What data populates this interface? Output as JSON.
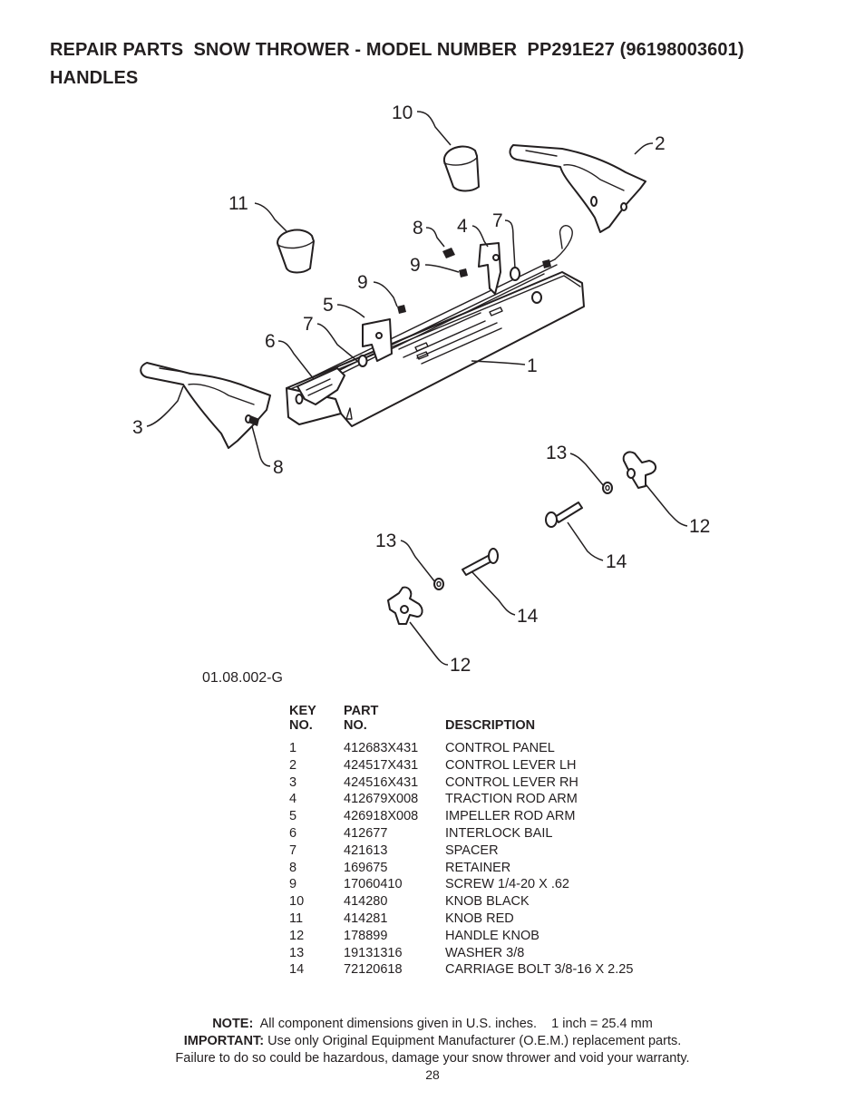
{
  "header": {
    "title_line1": "REPAIR PARTS  SNOW THROWER - MODEL NUMBER  PP291E27 (96198003601)",
    "title_line2": "HANDLES"
  },
  "diagram": {
    "callouts": [
      "1",
      "2",
      "3",
      "4",
      "5",
      "6",
      "7",
      "7",
      "8",
      "8",
      "9",
      "9",
      "10",
      "11",
      "12",
      "12",
      "13",
      "13",
      "14",
      "14"
    ],
    "drawing_code": "01.08.002-G"
  },
  "parts_table": {
    "headers": {
      "key_line1": "KEY",
      "key_line2": "NO.",
      "part_line1": "PART",
      "part_line2": "NO.",
      "description": "DESCRIPTION"
    },
    "rows": [
      {
        "key": "1",
        "part": "412683X431",
        "description": "CONTROL PANEL"
      },
      {
        "key": "2",
        "part": "424517X431",
        "description": "CONTROL LEVER LH"
      },
      {
        "key": "3",
        "part": "424516X431",
        "description": "CONTROL LEVER RH"
      },
      {
        "key": "4",
        "part": "412679X008",
        "description": "TRACTION ROD ARM"
      },
      {
        "key": "5",
        "part": "426918X008",
        "description": "IMPELLER ROD ARM"
      },
      {
        "key": "6",
        "part": "412677",
        "description": "INTERLOCK BAIL"
      },
      {
        "key": "7",
        "part": "421613",
        "description": "SPACER"
      },
      {
        "key": "8",
        "part": "169675",
        "description": "RETAINER"
      },
      {
        "key": "9",
        "part": "17060410",
        "description": "SCREW 1/4-20 X .62"
      },
      {
        "key": "10",
        "part": "414280",
        "description": "KNOB BLACK"
      },
      {
        "key": "11",
        "part": "414281",
        "description": "KNOB RED"
      },
      {
        "key": "12",
        "part": "178899",
        "description": "HANDLE KNOB"
      },
      {
        "key": "13",
        "part": "19131316",
        "description": "WASHER 3/8"
      },
      {
        "key": "14",
        "part": "72120618",
        "description": "CARRIAGE BOLT 3/8-16 X 2.25"
      }
    ]
  },
  "footer": {
    "note_label": "NOTE:",
    "note_text": "  All component dimensions given in U.S. inches.    1 inch = 25.4 mm",
    "important_label": "IMPORTANT:",
    "important_text": " Use only Original Equipment Manufacturer (O.E.M.) replacement parts.",
    "warning_text": "Failure to do so could be hazardous, damage your snow thrower and void your warranty.",
    "page_number": "28"
  }
}
